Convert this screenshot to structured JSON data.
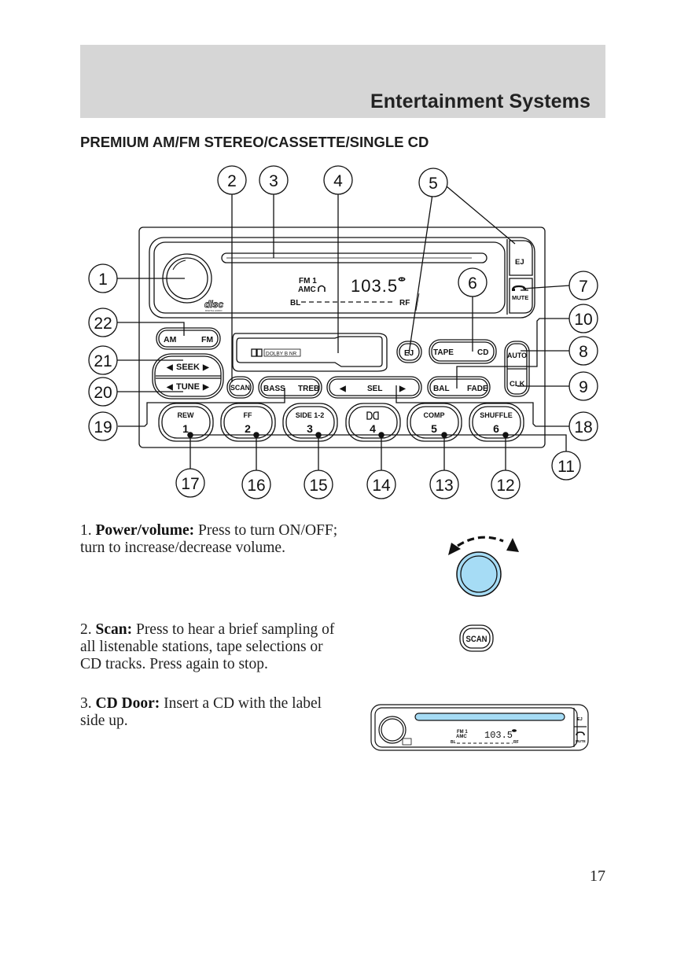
{
  "header": {
    "section": "Entertainment Systems"
  },
  "page_title": "PREMIUM AM/FM STEREO/CASSETTE/SINGLE CD",
  "radio_diagram": {
    "display": {
      "band": "FM 1",
      "amc": "AMC",
      "frequency": "103.5",
      "bal_left": "BL",
      "bal_right": "RF",
      "dashes": "_ _ _ _ _ _ _ _ _"
    },
    "disc_logo": "disc",
    "disc_logo_sub": "DIGITAL AUDIO",
    "cassette_label": "DOLBY B NR",
    "buttons": {
      "cd_eject": "EJ",
      "mute": "MUTE",
      "am": "AM",
      "fm": "FM",
      "seek": "SEEK",
      "tune": "TUNE",
      "scan": "SCAN",
      "bass": "BASS",
      "treb": "TREB",
      "sel": "SEL",
      "bal": "BAL",
      "fade": "FADE",
      "tape_eject": "EJ",
      "tape": "TAPE",
      "cd": "CD",
      "auto": "AUTO",
      "clk": "CLK"
    },
    "presets": [
      {
        "label": "REW",
        "number": "1"
      },
      {
        "label": "FF",
        "number": "2"
      },
      {
        "label": "SIDE 1-2",
        "number": "3"
      },
      {
        "label": "",
        "icon": "dolby-icon",
        "number": "4"
      },
      {
        "label": "COMP",
        "number": "5"
      },
      {
        "label": "SHUFFLE",
        "number": "6"
      }
    ],
    "callouts": [
      "1",
      "2",
      "3",
      "4",
      "5",
      "6",
      "7",
      "8",
      "9",
      "10",
      "11",
      "12",
      "13",
      "14",
      "15",
      "16",
      "17",
      "18",
      "19",
      "20",
      "21",
      "22"
    ]
  },
  "descriptions": [
    {
      "number": "1.",
      "term": "Power/volume:",
      "text": "Press to turn ON/OFF; turn to increase/decrease volume."
    },
    {
      "number": "2.",
      "term": "Scan:",
      "text": "Press to hear a brief sampling of all listenable stations, tape selections or CD tracks. Press again to stop."
    },
    {
      "number": "3.",
      "term": "CD Door:",
      "text": "Insert a CD with the label side up."
    }
  ],
  "illustrations": {
    "scan_label": "SCAN",
    "mini_display": {
      "band": "FM 1",
      "amc": "AMC",
      "frequency": "103.5",
      "bal_left": "BL",
      "bal_right": "RF",
      "eject": "EJ",
      "mute": "MUTE"
    }
  },
  "colors": {
    "header_band": "#d6d6d6",
    "knob_fill": "#a6dcf5",
    "cd_slot_fill": "#a6dcf5",
    "line": "#111111"
  },
  "page_number": "17"
}
